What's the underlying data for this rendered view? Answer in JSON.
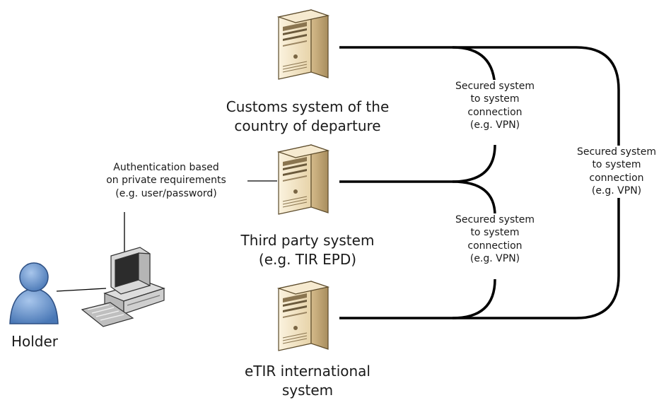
{
  "nodes": {
    "customs": {
      "lines": [
        "Customs system of the",
        "country of departure"
      ]
    },
    "third_party": {
      "lines": [
        "Third party system",
        "(e.g. TIR EPD)"
      ]
    },
    "etir": {
      "lines": [
        "eTIR international",
        "system"
      ]
    },
    "holder": {
      "label": "Holder"
    }
  },
  "auth_label": {
    "lines": [
      "Authentication based",
      "on private requirements",
      "(e.g. user/password)"
    ]
  },
  "connections": {
    "upper": {
      "lines": [
        "Secured system",
        "to system",
        "connection",
        "(e.g. VPN)"
      ]
    },
    "lower": {
      "lines": [
        "Secured system",
        "to system",
        "connection",
        "(e.g. VPN)"
      ]
    },
    "outer": {
      "lines": [
        "Secured system",
        "to system",
        "connection",
        "(e.g. VPN)"
      ]
    }
  },
  "colors": {
    "line": "#000000",
    "server_face": "#f1e4c4",
    "server_side": "#c4a978",
    "person": "#6a96cf"
  }
}
